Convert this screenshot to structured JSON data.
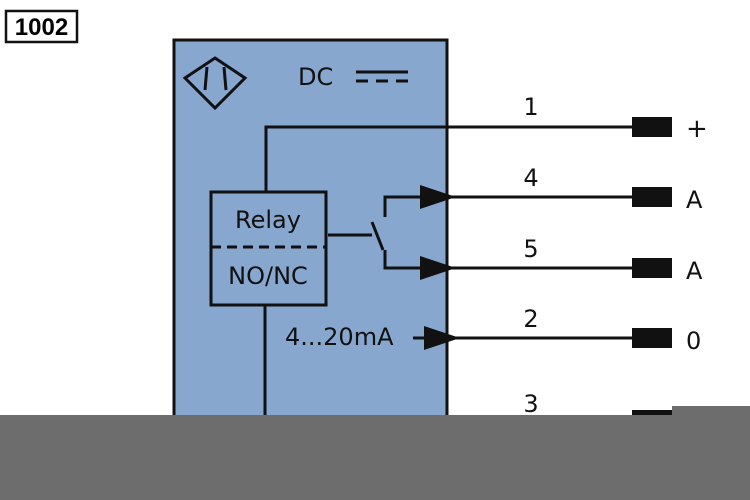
{
  "diagram_id": "1002",
  "supply_label": "DC",
  "relay": {
    "top_label": "Relay",
    "bottom_label": "NO/NC"
  },
  "analog_output_label": "4...20mA",
  "pins": [
    {
      "number": "1",
      "function": "+"
    },
    {
      "number": "4",
      "function": "A"
    },
    {
      "number": "5",
      "function": "A"
    },
    {
      "number": "2",
      "function": "0"
    },
    {
      "number": "3",
      "function": ""
    }
  ],
  "colors": {
    "housing_fill": "#88a7cf",
    "line": "#111111",
    "footer_band": "#6e6d6d"
  },
  "icons": [
    "sensor-diamond-icon",
    "dc-symbol-icon",
    "relay-switch-icon"
  ]
}
